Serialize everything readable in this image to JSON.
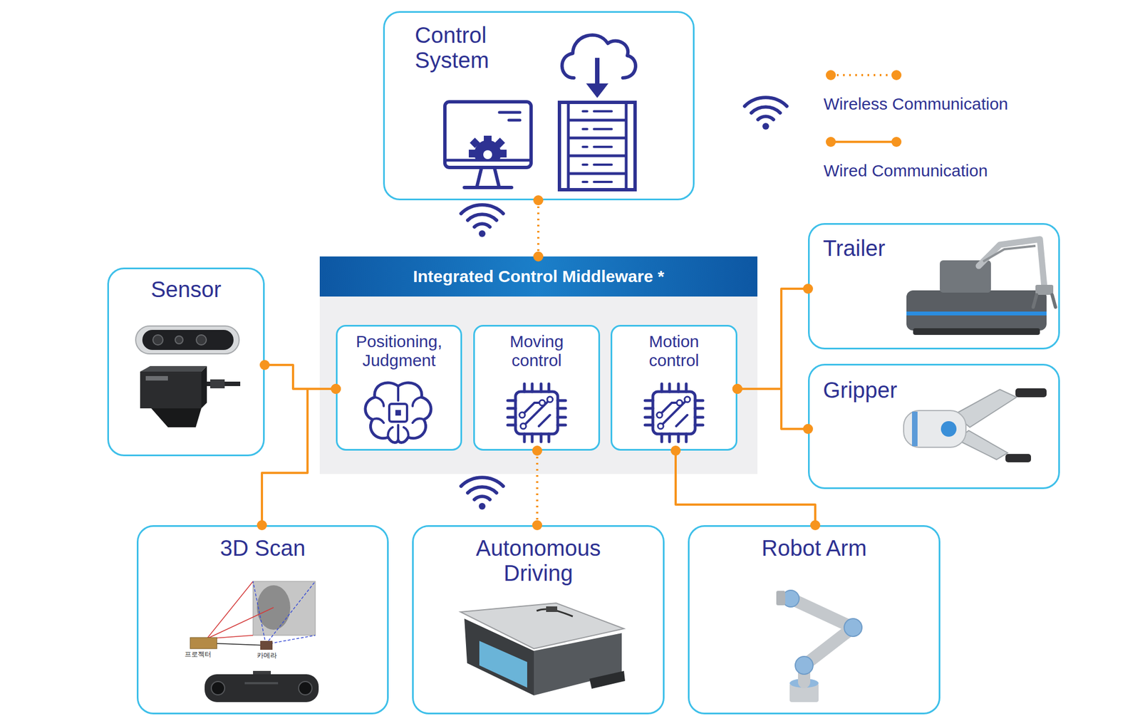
{
  "diagram": {
    "nodes": [
      {
        "text": [
          "Control System"
        ]
      },
      {
        "text": [
          "Integrated Control Middleware *"
        ]
      },
      {
        "text": [
          "Positioning, Judgment"
        ],
        "in": 1
      },
      {
        "text": [
          "Moving control"
        ],
        "in": 1
      },
      {
        "text": [
          "Motion control"
        ],
        "in": 1
      },
      {
        "text": [
          "Sensor"
        ]
      },
      {
        "text": [
          "Trailer"
        ]
      },
      {
        "text": [
          "Gripper"
        ]
      },
      {
        "text": [
          "3D Scan"
        ]
      },
      {
        "text": [
          "Autonomous Driving"
        ]
      },
      {
        "text": [
          "Robot Arm"
        ]
      }
    ],
    "edges": [
      {
        "from": 0,
        "to": 1,
        "arrow": "none"
      },
      {
        "from": 5,
        "to": 2,
        "arrow": "none"
      },
      {
        "from": 8,
        "to": 2,
        "arrow": "none"
      },
      {
        "from": 3,
        "to": 9,
        "arrow": "none"
      },
      {
        "from": 4,
        "to": 6,
        "arrow": "none"
      },
      {
        "from": 4,
        "to": 7,
        "arrow": "none"
      },
      {
        "from": 4,
        "to": 10,
        "arrow": "none"
      }
    ],
    "labels": [
      "프로젝터",
      "카메라"
    ],
    "legend": [
      {
        "text": "Wireless Communication"
      },
      {
        "text": "Wired Communication"
      }
    ]
  }
}
